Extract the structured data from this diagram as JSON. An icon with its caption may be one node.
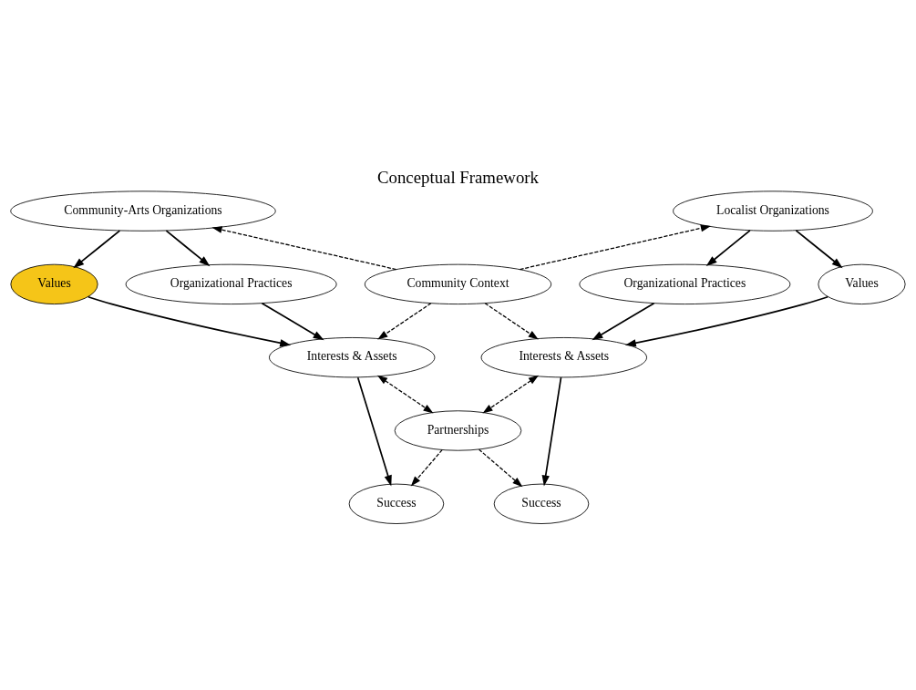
{
  "diagram": {
    "title": "Conceptual Framework",
    "nodes": [
      {
        "text": [
          "Community-Arts Organizations"
        ]
      },
      {
        "text": [
          "Values"
        ]
      },
      {
        "text": [
          "Organizational Practices"
        ]
      },
      {
        "text": [
          "Interests & Assets"
        ]
      },
      {
        "text": [
          "Success"
        ]
      },
      {
        "text": [
          "Community Context"
        ]
      },
      {
        "text": [
          "Partnerships"
        ]
      },
      {
        "text": [
          "Localist Organizations"
        ]
      },
      {
        "text": [
          "Organizational Practices"
        ]
      },
      {
        "text": [
          "Values"
        ]
      },
      {
        "text": [
          "Interests & Assets"
        ]
      },
      {
        "text": [
          "Success"
        ]
      }
    ],
    "edges": [
      {
        "from": 0,
        "to": 1,
        "arrow": "to"
      },
      {
        "from": 0,
        "to": 2,
        "arrow": "to"
      },
      {
        "from": 1,
        "to": 3,
        "arrow": "to"
      },
      {
        "from": 2,
        "to": 3,
        "arrow": "to"
      },
      {
        "from": 3,
        "to": 4,
        "arrow": "to"
      },
      {
        "from": 7,
        "to": 8,
        "arrow": "to"
      },
      {
        "from": 7,
        "to": 9,
        "arrow": "to"
      },
      {
        "from": 8,
        "to": 10,
        "arrow": "to"
      },
      {
        "from": 9,
        "to": 10,
        "arrow": "to"
      },
      {
        "from": 10,
        "to": 11,
        "arrow": "to"
      },
      {
        "from": 5,
        "to": 0,
        "arrow": "to",
        "style": "dashed"
      },
      {
        "from": 5,
        "to": 7,
        "arrow": "to",
        "style": "dashed"
      },
      {
        "from": 5,
        "to": 3,
        "arrow": "to",
        "style": "dashed"
      },
      {
        "from": 5,
        "to": 10,
        "arrow": "to",
        "style": "dashed"
      },
      {
        "from": 3,
        "to": 6,
        "arrow": "both",
        "style": "dashed"
      },
      {
        "from": 10,
        "to": 6,
        "arrow": "both",
        "style": "dashed"
      },
      {
        "from": 6,
        "to": 4,
        "arrow": "to",
        "style": "dashed"
      },
      {
        "from": 6,
        "to": 11,
        "arrow": "to",
        "style": "dashed"
      }
    ]
  }
}
